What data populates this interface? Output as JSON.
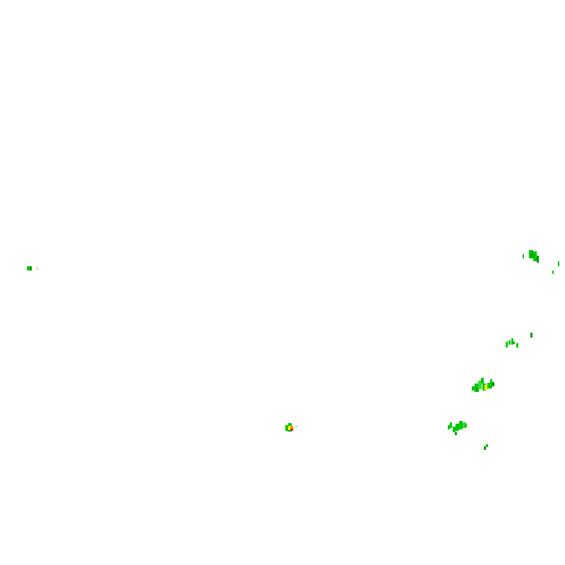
{
  "layer": {
    "kind": "precipitation-radar-tile",
    "background_color": "#ffffff",
    "intensity_colors": {
      "light_green": "#33dd33",
      "green": "#00c800",
      "dark_green": "#009a00",
      "yellow": "#ffff00",
      "orange": "#ff9900",
      "red": "#ff0000"
    },
    "echo_cells": [
      {
        "name": "west-edge-echo",
        "intensity": "green"
      },
      {
        "name": "east-upper-echo",
        "intensity": "green"
      },
      {
        "name": "east-middle-echo",
        "intensity": "green"
      },
      {
        "name": "southeast-echo-yellow-core",
        "intensity": "yellow"
      },
      {
        "name": "southeast-lower-echo",
        "intensity": "green"
      },
      {
        "name": "central-south-echo-red-core",
        "intensity": "red"
      },
      {
        "name": "southeast-trailing-echo",
        "intensity": "dark_green"
      }
    ]
  }
}
